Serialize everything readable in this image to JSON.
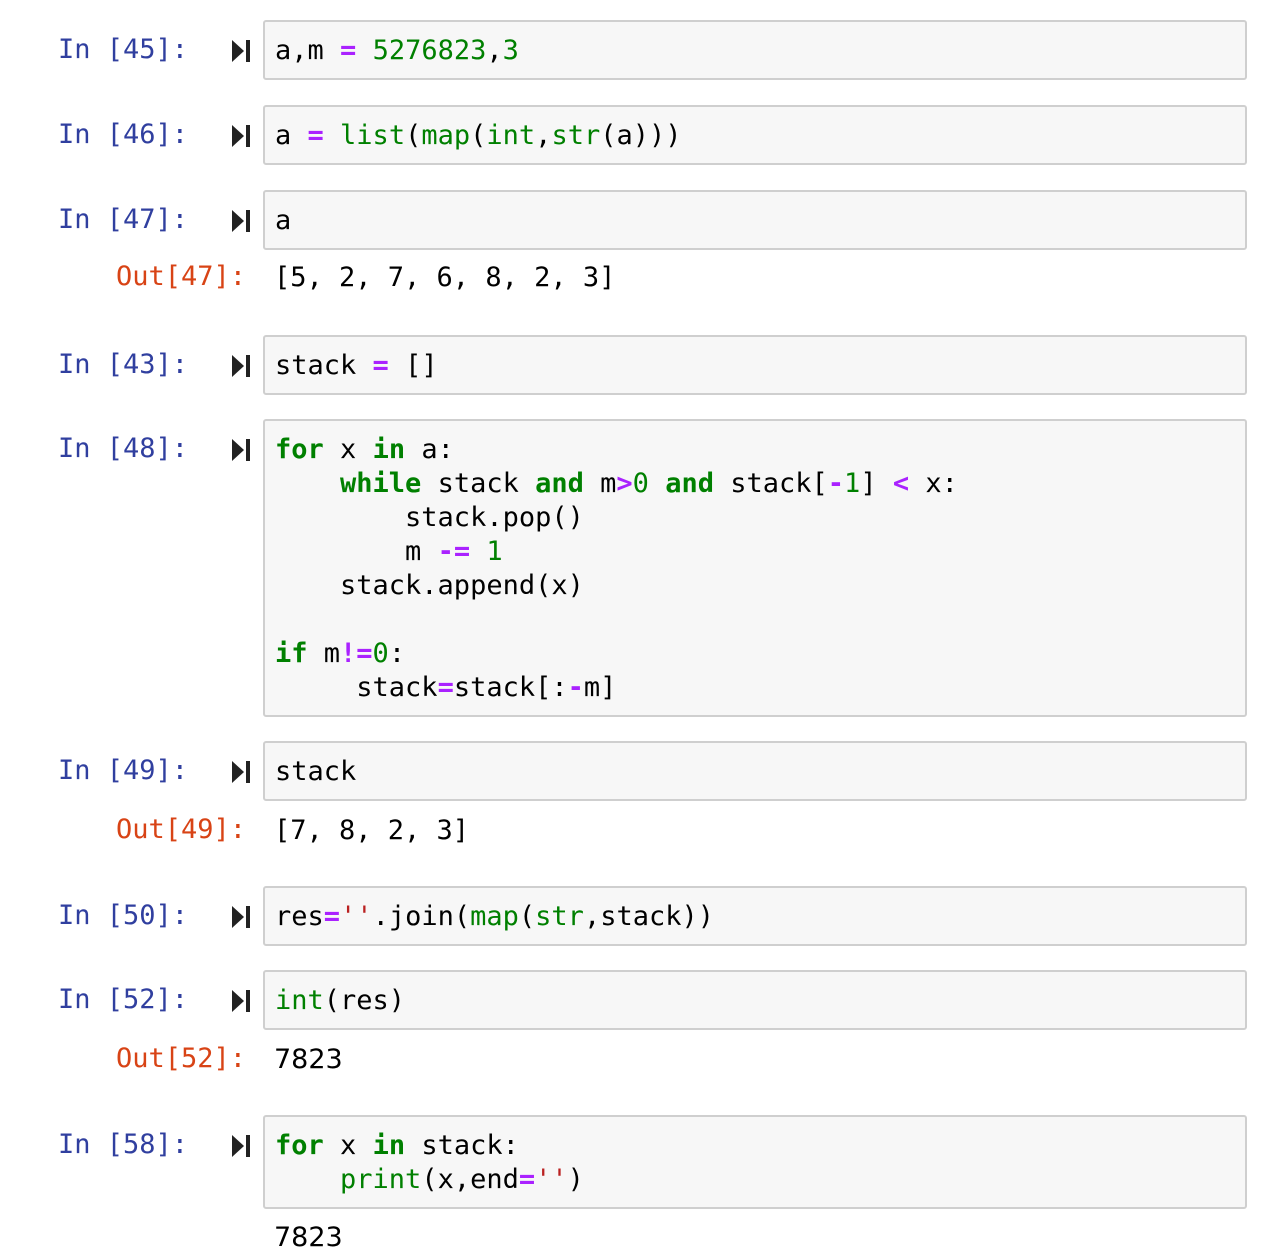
{
  "cells": [
    {
      "in_prompt": "In [45]:",
      "code": [
        [
          [
            "a,m ",
            ""
          ],
          [
            "=",
            "op"
          ],
          [
            " ",
            ""
          ],
          [
            "5276823",
            "num"
          ],
          [
            ",",
            ""
          ],
          [
            "3",
            "num"
          ]
        ]
      ]
    },
    {
      "in_prompt": "In [46]:",
      "code": [
        [
          [
            "a ",
            ""
          ],
          [
            "=",
            "op"
          ],
          [
            " ",
            ""
          ],
          [
            "list",
            "bi"
          ],
          [
            "(",
            ""
          ],
          [
            "map",
            "bi"
          ],
          [
            "(",
            ""
          ],
          [
            "int",
            "bi"
          ],
          [
            ",",
            ""
          ],
          [
            "str",
            "bi"
          ],
          [
            "(a)))",
            ""
          ]
        ]
      ]
    },
    {
      "in_prompt": "In [47]:",
      "code": [
        [
          [
            "a",
            ""
          ]
        ]
      ],
      "out_prompt": "Out[47]:",
      "output": "[5, 2, 7, 6, 8, 2, 3]"
    },
    {
      "in_prompt": "In [43]:",
      "code": [
        [
          [
            "stack ",
            ""
          ],
          [
            "=",
            "op"
          ],
          [
            " []",
            ""
          ]
        ]
      ]
    },
    {
      "in_prompt": "In [48]:",
      "code": [
        [
          [
            "for",
            "kw"
          ],
          [
            " x ",
            ""
          ],
          [
            "in",
            "kw"
          ],
          [
            " a:",
            ""
          ]
        ],
        [
          [
            "    ",
            ""
          ],
          [
            "while",
            "kw"
          ],
          [
            " stack ",
            ""
          ],
          [
            "and",
            "kw"
          ],
          [
            " m",
            ""
          ],
          [
            ">",
            "op"
          ],
          [
            "0",
            "num"
          ],
          [
            " ",
            ""
          ],
          [
            "and",
            "kw"
          ],
          [
            " stack[",
            ""
          ],
          [
            "-",
            "op"
          ],
          [
            "1",
            "num"
          ],
          [
            "] ",
            ""
          ],
          [
            "<",
            "op"
          ],
          [
            " x:",
            ""
          ]
        ],
        [
          [
            "        stack.pop()",
            ""
          ]
        ],
        [
          [
            "        m ",
            ""
          ],
          [
            "-=",
            "op"
          ],
          [
            " ",
            ""
          ],
          [
            "1",
            "num"
          ]
        ],
        [
          [
            "    stack.append(x)",
            ""
          ]
        ],
        [
          [
            "",
            ""
          ]
        ],
        [
          [
            "if",
            "kw"
          ],
          [
            " m",
            ""
          ],
          [
            "!=",
            "op"
          ],
          [
            "0",
            "num"
          ],
          [
            ":",
            ""
          ]
        ],
        [
          [
            "     stack",
            ""
          ],
          [
            "=",
            "op"
          ],
          [
            "stack[:",
            ""
          ],
          [
            "-",
            "op"
          ],
          [
            "m]",
            ""
          ]
        ]
      ]
    },
    {
      "in_prompt": "In [49]:",
      "code": [
        [
          [
            "stack",
            ""
          ]
        ]
      ],
      "out_prompt": "Out[49]:",
      "output": "[7, 8, 2, 3]"
    },
    {
      "in_prompt": "In [50]:",
      "code": [
        [
          [
            "res",
            ""
          ],
          [
            "=",
            "op"
          ],
          [
            "''",
            "str"
          ],
          [
            ".join(",
            ""
          ],
          [
            "map",
            "bi"
          ],
          [
            "(",
            ""
          ],
          [
            "str",
            "bi"
          ],
          [
            ",stack))",
            ""
          ]
        ]
      ]
    },
    {
      "in_prompt": "In [52]:",
      "code": [
        [
          [
            "int",
            "bi"
          ],
          [
            "(res)",
            ""
          ]
        ]
      ],
      "out_prompt": "Out[52]:",
      "output": "7823"
    },
    {
      "in_prompt": "In [58]:",
      "code": [
        [
          [
            "for",
            "kw"
          ],
          [
            " x ",
            ""
          ],
          [
            "in",
            "kw"
          ],
          [
            " stack:",
            ""
          ]
        ],
        [
          [
            "    ",
            ""
          ],
          [
            "print",
            "bi"
          ],
          [
            "(x,end",
            ""
          ],
          [
            "=",
            "op"
          ],
          [
            "''",
            "str"
          ],
          [
            ")",
            ""
          ]
        ]
      ],
      "stream_output": "7823"
    }
  ],
  "icons": {
    "run": "run-cell-icon"
  }
}
